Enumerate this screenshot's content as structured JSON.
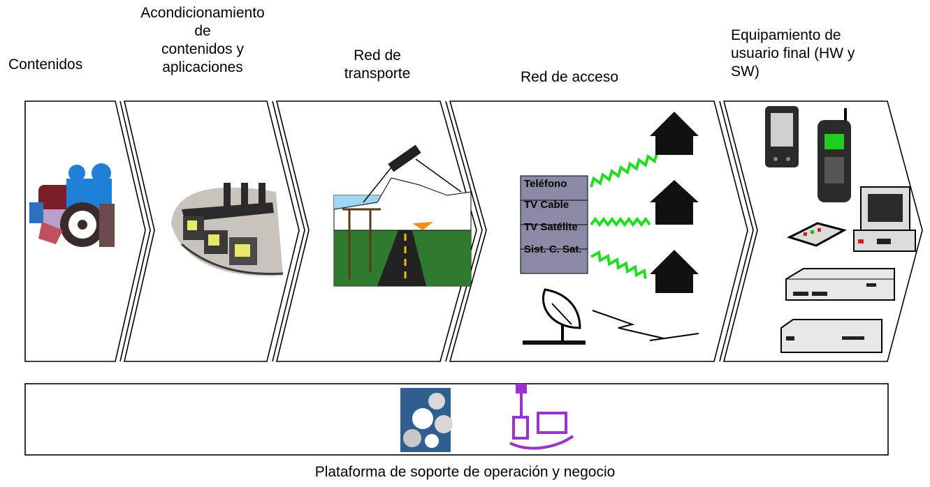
{
  "stages": [
    {
      "id": "contenidos",
      "label": "Contenidos"
    },
    {
      "id": "acondicionamiento",
      "label_lines": [
        "Acondicionamiento",
        "de",
        "contenidos y",
        "aplicaciones"
      ]
    },
    {
      "id": "red-transporte",
      "label_lines": [
        "Red de",
        "transporte"
      ]
    },
    {
      "id": "red-acceso",
      "label": "Red de acceso"
    },
    {
      "id": "equipamiento",
      "label_lines": [
        "Equipamiento de",
        "usuario final (HW y",
        "SW)"
      ]
    }
  ],
  "access_services": [
    "Teléfono",
    "TV Cable",
    "TV Satélite",
    "Sist. C. Sat."
  ],
  "platform_label": "Plataforma de soporte de operación y  negocio",
  "colors": {
    "outline": "#000000",
    "signal": "#22dd22",
    "panel": "#8a8aa6",
    "platform_icon": "#2f5f8f",
    "purple": "#9933cc"
  }
}
